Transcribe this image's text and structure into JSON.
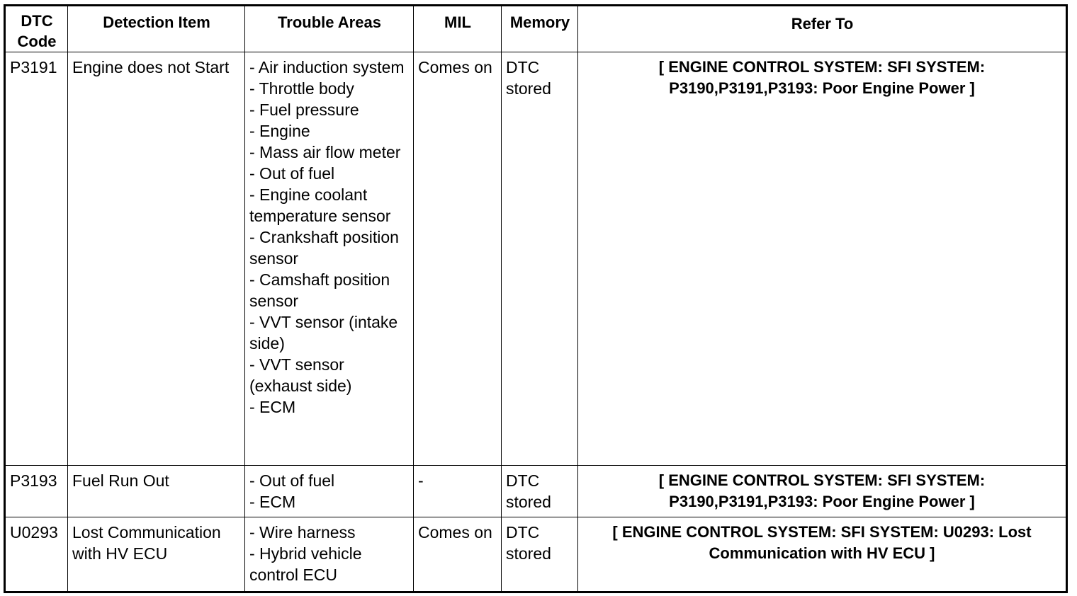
{
  "headers": {
    "code": "DTC Code",
    "item": "Detection Item",
    "areas": "Trouble Areas",
    "mil": "MIL",
    "memory": "Memory",
    "refer": "Refer To"
  },
  "rows": [
    {
      "code": "P3191",
      "item": "Engine does not Start",
      "areas": [
        "- Air induction system",
        "- Throttle body",
        "- Fuel pressure",
        "- Engine",
        "- Mass air flow meter",
        "- Out of fuel",
        "- Engine coolant temperature sensor",
        "- Crankshaft position sensor",
        "- Camshaft position sensor",
        "- VVT sensor (intake side)",
        "- VVT sensor (exhaust side)",
        "- ECM"
      ],
      "mil": "Comes on",
      "memory": "DTC stored",
      "refer": "[ ENGINE CONTROL SYSTEM: SFI SYSTEM: P3190,P3191,P3193: Poor Engine Power ]"
    },
    {
      "code": "P3193",
      "item": "Fuel Run Out",
      "areas": [
        "- Out of fuel",
        "- ECM"
      ],
      "mil": "-",
      "memory": "DTC stored",
      "refer": "[ ENGINE CONTROL SYSTEM: SFI SYSTEM: P3190,P3191,P3193: Poor Engine Power ]"
    },
    {
      "code": "U0293",
      "item": "Lost Communication with HV ECU",
      "areas": [
        "- Wire harness",
        "- Hybrid vehicle control ECU"
      ],
      "mil": "Comes on",
      "memory": "DTC stored",
      "refer": "[ ENGINE CONTROL SYSTEM: SFI SYSTEM: U0293: Lost Communication with HV ECU ]"
    }
  ]
}
